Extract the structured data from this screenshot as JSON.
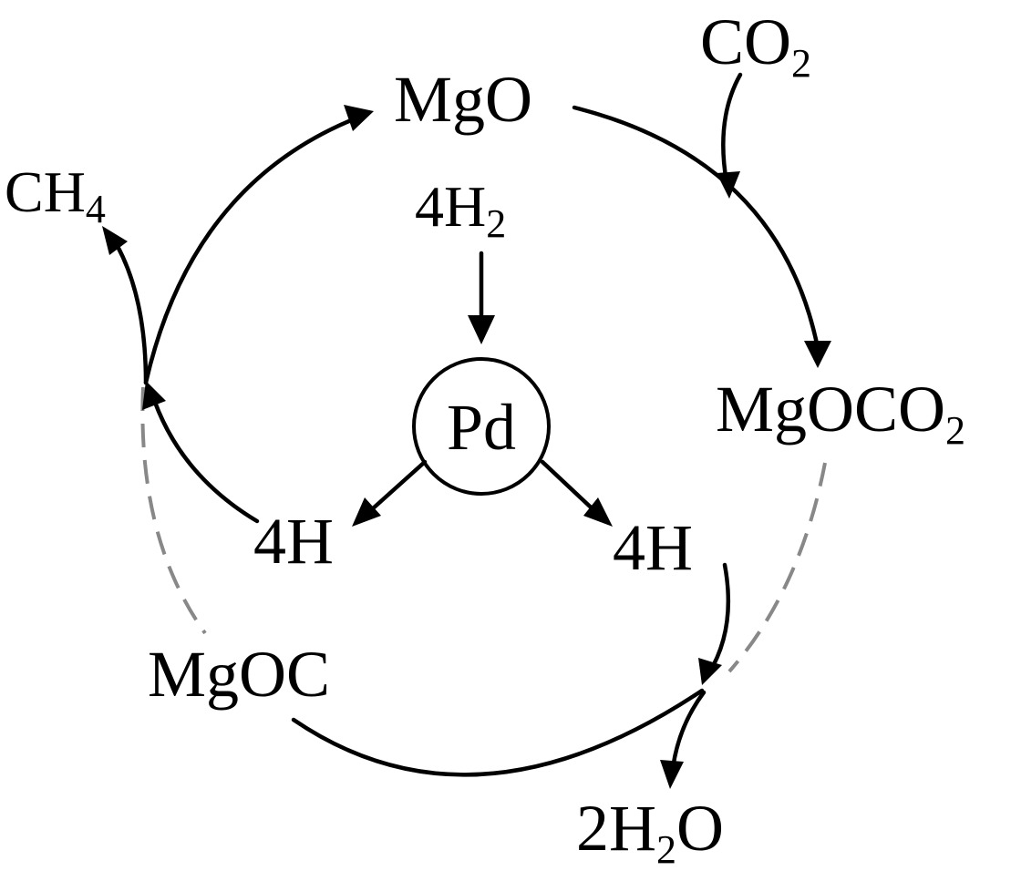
{
  "species": {
    "mgo": "MgO",
    "co2_main": "CO",
    "co2_sub": "2",
    "ch4_main": "CH",
    "ch4_sub": "4",
    "h2_main": "4H",
    "h2_sub": "2",
    "pd": "Pd",
    "mgoco2_main": "MgOCO",
    "mgoco2_sub": "2",
    "h_left": "4H",
    "h_right": "4H",
    "mgoc": "MgOC",
    "water_a": "2H",
    "water_sub": "2",
    "water_b": "O"
  },
  "colors": {
    "stroke": "#000000",
    "dashed": "#888888",
    "background": "#ffffff"
  }
}
